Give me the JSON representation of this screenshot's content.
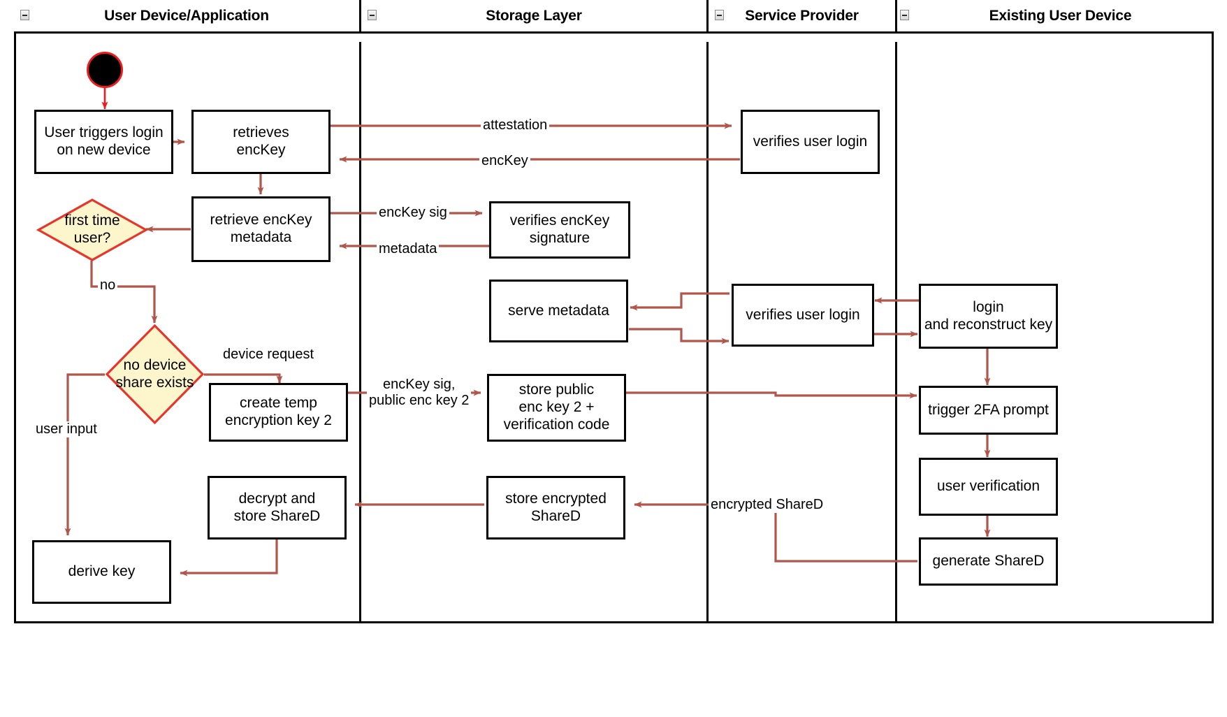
{
  "diagram": {
    "type": "uml-activity-swimlane",
    "accent_line_color": "#b0564a",
    "decision_fill": "#fdf6cd",
    "decision_stroke": "#e8352a",
    "node_stroke": "#000000",
    "start_node_stroke": "#ee1c1c"
  },
  "lanes": [
    {
      "id": "user-device",
      "title": "User Device/Application"
    },
    {
      "id": "storage-layer",
      "title": "Storage Layer"
    },
    {
      "id": "service-provider",
      "title": "Service Provider"
    },
    {
      "id": "existing-user-device",
      "title": "Existing User Device"
    }
  ],
  "nodes": {
    "start": {
      "label": ""
    },
    "user_triggers_login": {
      "label": "User triggers login\non new device"
    },
    "retrieves_enckey": {
      "label": "retrieves\nencKey"
    },
    "retrieve_enckey_metadata": {
      "label": "retrieve encKey\nmetadata"
    },
    "first_time_user": {
      "label": "first time\nuser?"
    },
    "no_device_share_exists": {
      "label": "no device\nshare exists"
    },
    "create_temp_encryption_key_2": {
      "label": "create temp\nencryption key 2"
    },
    "decrypt_and_store_shared": {
      "label": "decrypt and\nstore ShareD"
    },
    "derive_key": {
      "label": "derive key"
    },
    "verifies_enckey_signature": {
      "label": "verifies encKey\nsignature"
    },
    "serve_metadata": {
      "label": "serve metadata"
    },
    "store_public_enc_key_2": {
      "label": "store public\nenc key 2 +\nverification code"
    },
    "store_encrypted_shared": {
      "label": "store encrypted\nShareD"
    },
    "verifies_user_login_1": {
      "label": "verifies user login"
    },
    "verifies_user_login_2": {
      "label": "verifies user login"
    },
    "login_and_reconstruct_key": {
      "label": "login\nand reconstruct key"
    },
    "trigger_2fa_prompt": {
      "label": "trigger 2FA prompt"
    },
    "user_verification": {
      "label": "user verification"
    },
    "generate_shared": {
      "label": "generate ShareD"
    }
  },
  "edge_labels": {
    "attestation": "attestation",
    "enckey": "encKey",
    "enckey_sig": "encKey sig",
    "metadata": "metadata",
    "no": "no",
    "device_request": "device request",
    "enckey_sig_public_enc_key_2_line1": "encKey sig,",
    "enckey_sig_public_enc_key_2_line2": "public enc key 2",
    "user_input": "user input",
    "encrypted_shared": "encrypted ShareD"
  }
}
